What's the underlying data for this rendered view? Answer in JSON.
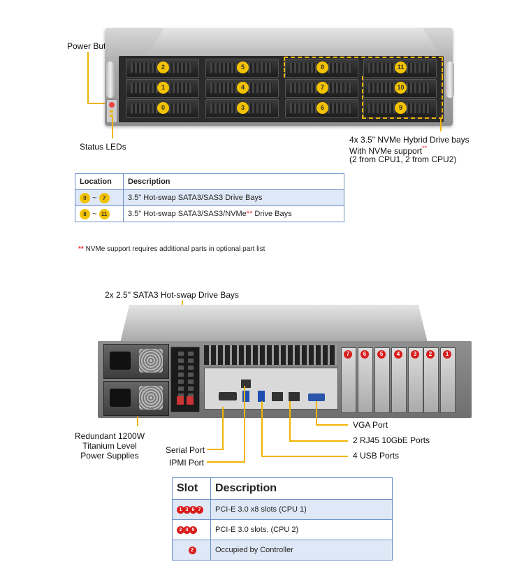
{
  "front": {
    "power_button_label": "Power Button",
    "status_leds_label": "Status LEDs",
    "nvme_note_line1": "4x 3.5\" NVMe Hybrid Drive bays",
    "nvme_note_line2": "With NVMe support",
    "nvme_note_stars": "**",
    "nvme_note_line3": "(2 from CPU1, 2 from CPU2)",
    "bay_numbers": [
      "2",
      "5",
      "8",
      "11",
      "1",
      "4",
      "7",
      "10",
      "0",
      "3",
      "6",
      "9"
    ]
  },
  "location_table": {
    "header_location": "Location",
    "header_description": "Description",
    "rows": [
      {
        "from": "0",
        "sep": "~",
        "to": "7",
        "description": "3.5\" Hot-swap SATA3/SAS3 Drive Bays"
      },
      {
        "from": "8",
        "sep": "~",
        "to": "11",
        "description_prefix": "3.5\" Hot-swap SATA3/SAS3/NVMe",
        "stars": "**",
        "description_suffix": " Drive Bays"
      }
    ]
  },
  "footnote": {
    "stars": "**",
    "text": " NVMe support requires additional parts in optional part list"
  },
  "rear": {
    "sata_bays_label": "2x 2.5\" SATA3 Hot-swap Drive Bays",
    "psu_label_line1": "Redundant 1200W",
    "psu_label_line2": "Titanium Level",
    "psu_label_line3": "Power Supplies",
    "serial_port_label": "Serial Port",
    "ipmi_port_label": "IPMI Port",
    "vga_port_label": "VGA Port",
    "rj45_label": "2 RJ45 10GbE Ports",
    "usb_label": "4 USB Ports",
    "slot_numbers": [
      "7",
      "6",
      "5",
      "4",
      "3",
      "2",
      "1"
    ]
  },
  "slot_table": {
    "header_slot": "Slot",
    "header_description": "Description",
    "rows": [
      {
        "slots": [
          "1",
          "3",
          "6",
          "7"
        ],
        "description": "PCI-E 3.0 x8 slots  (CPU 1)"
      },
      {
        "slots": [
          "2",
          "4",
          "5"
        ],
        "description": "PCI-E 3.0 slots, (CPU 2)"
      },
      {
        "slots": [
          "2"
        ],
        "description": "Occupied by Controller"
      }
    ]
  },
  "colors": {
    "accent_yellow": "#f0b400",
    "slot_red": "#d91c1c",
    "table_border": "#6a8fc8",
    "table_row": "#dfe8f6"
  }
}
